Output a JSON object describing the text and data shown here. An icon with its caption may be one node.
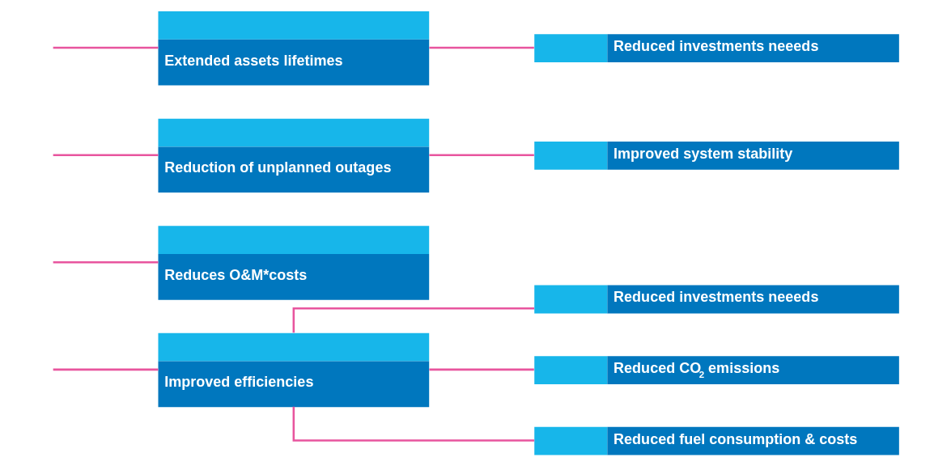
{
  "diagram": {
    "nodes": [
      {
        "text": [
          "Improved efficiencies"
        ]
      },
      {
        "text": [
          "Reduces O&M*costs"
        ]
      },
      {
        "text": [
          "Reduction of unplanned outages"
        ]
      },
      {
        "text": [
          "Extended assets lifetimes"
        ]
      },
      {
        "text": [
          "Reduced investments neeeds"
        ]
      },
      {
        "text": [
          "Reduced CO$_{2}$ emissions"
        ]
      },
      {
        "text": [
          "Reduced fuel consumption & costs"
        ]
      },
      {
        "text": [
          "Improved system stability"
        ]
      },
      {
        "text": [
          "Reduced investments neeeds"
        ]
      }
    ],
    "edges": [
      {
        "from": null,
        "to": 0,
        "arrow": "none"
      },
      {
        "from": null,
        "to": 1,
        "arrow": "none"
      },
      {
        "from": null,
        "to": 2,
        "arrow": "none"
      },
      {
        "from": null,
        "to": 3,
        "arrow": "none"
      },
      {
        "from": 0,
        "to": 4,
        "arrow": "none"
      },
      {
        "from": 0,
        "to": 5,
        "arrow": "none"
      },
      {
        "from": 0,
        "to": 6,
        "arrow": "none"
      },
      {
        "from": 2,
        "to": 7,
        "arrow": "none"
      },
      {
        "from": 3,
        "to": 8,
        "arrow": "none"
      }
    ]
  }
}
